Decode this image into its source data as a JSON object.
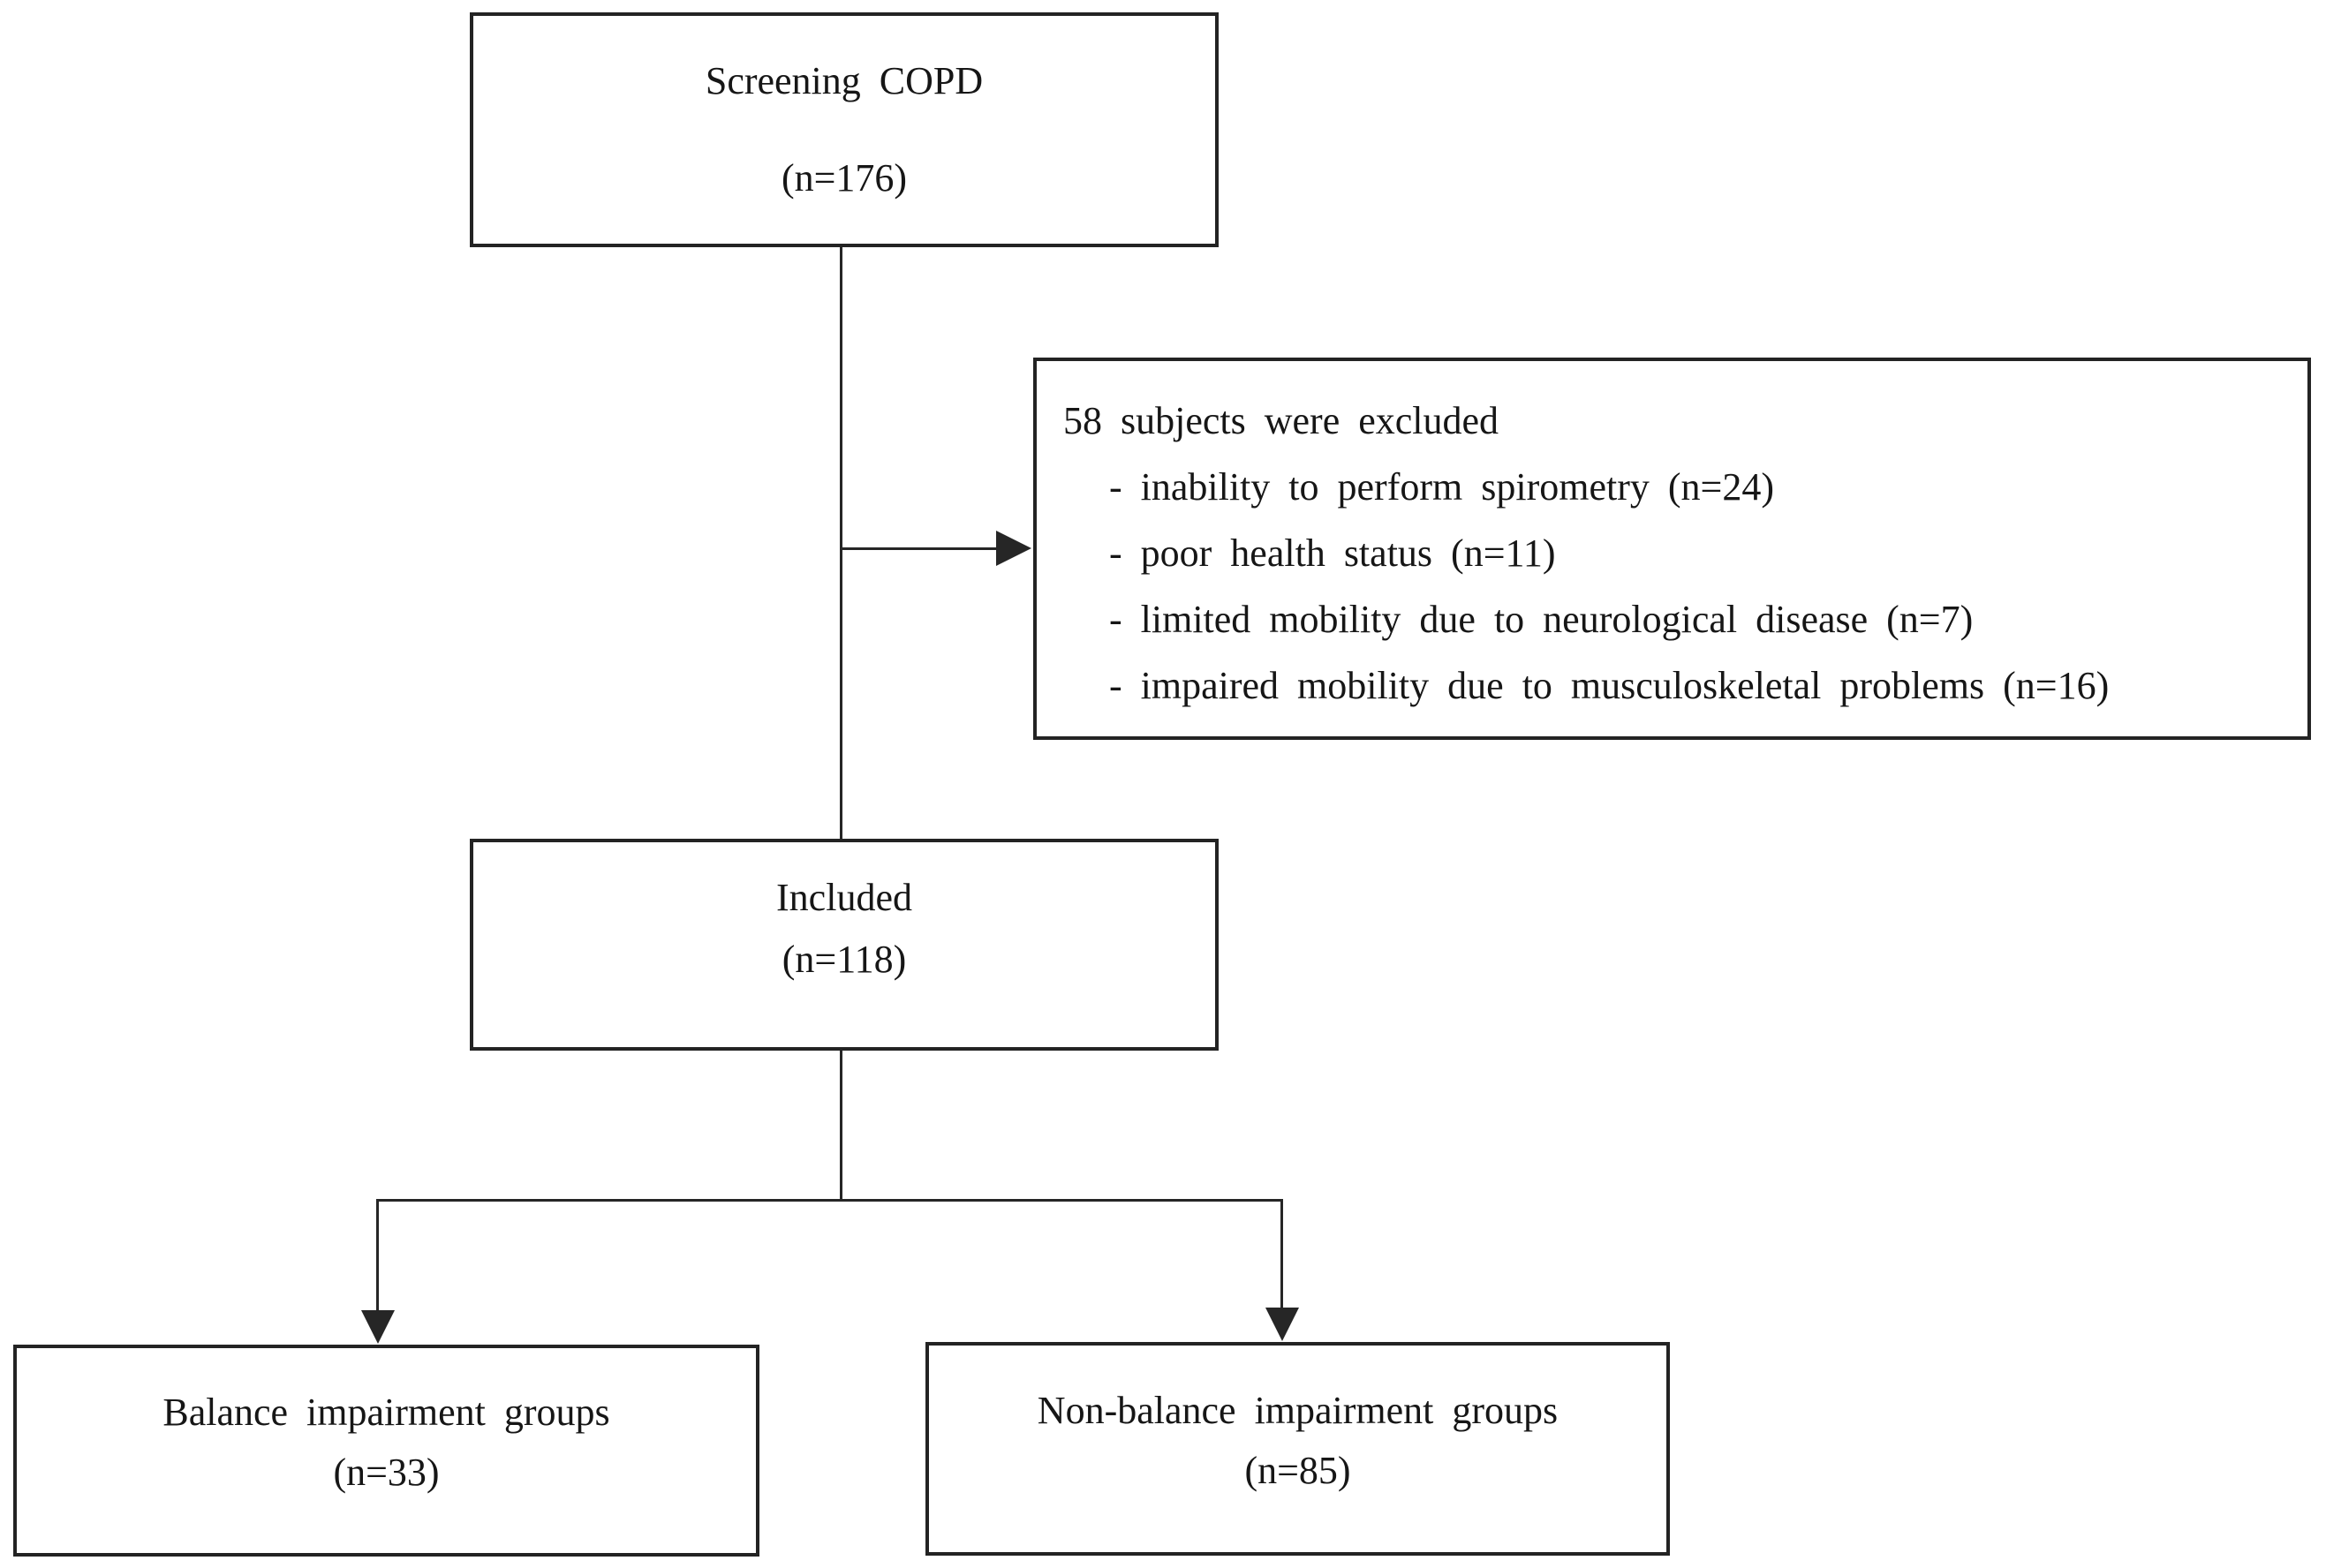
{
  "diagram": {
    "type": "study-flowchart",
    "colors": {
      "background": "#ffffff",
      "stroke": "#262626",
      "text": "#161616"
    },
    "boxes": {
      "screening": {
        "label": "Screening COPD",
        "count": "(n=176)",
        "n": 176
      },
      "excluded": {
        "title": "58 subjects were excluded",
        "n": 58,
        "items": [
          "- inability to perform spirometry (n=24)",
          "- poor health status (n=11)",
          "- limited mobility due to neurological disease (n=7)",
          "- impaired mobility due to musculoskeletal problems (n=16)"
        ]
      },
      "included": {
        "label": "Included",
        "count": "(n=118)",
        "n": 118
      },
      "balance": {
        "label": "Balance impairment groups",
        "count": "(n=33)",
        "n": 33
      },
      "nonbalance": {
        "label": "Non-balance impairment groups",
        "count": "(n=85)",
        "n": 85
      }
    }
  }
}
